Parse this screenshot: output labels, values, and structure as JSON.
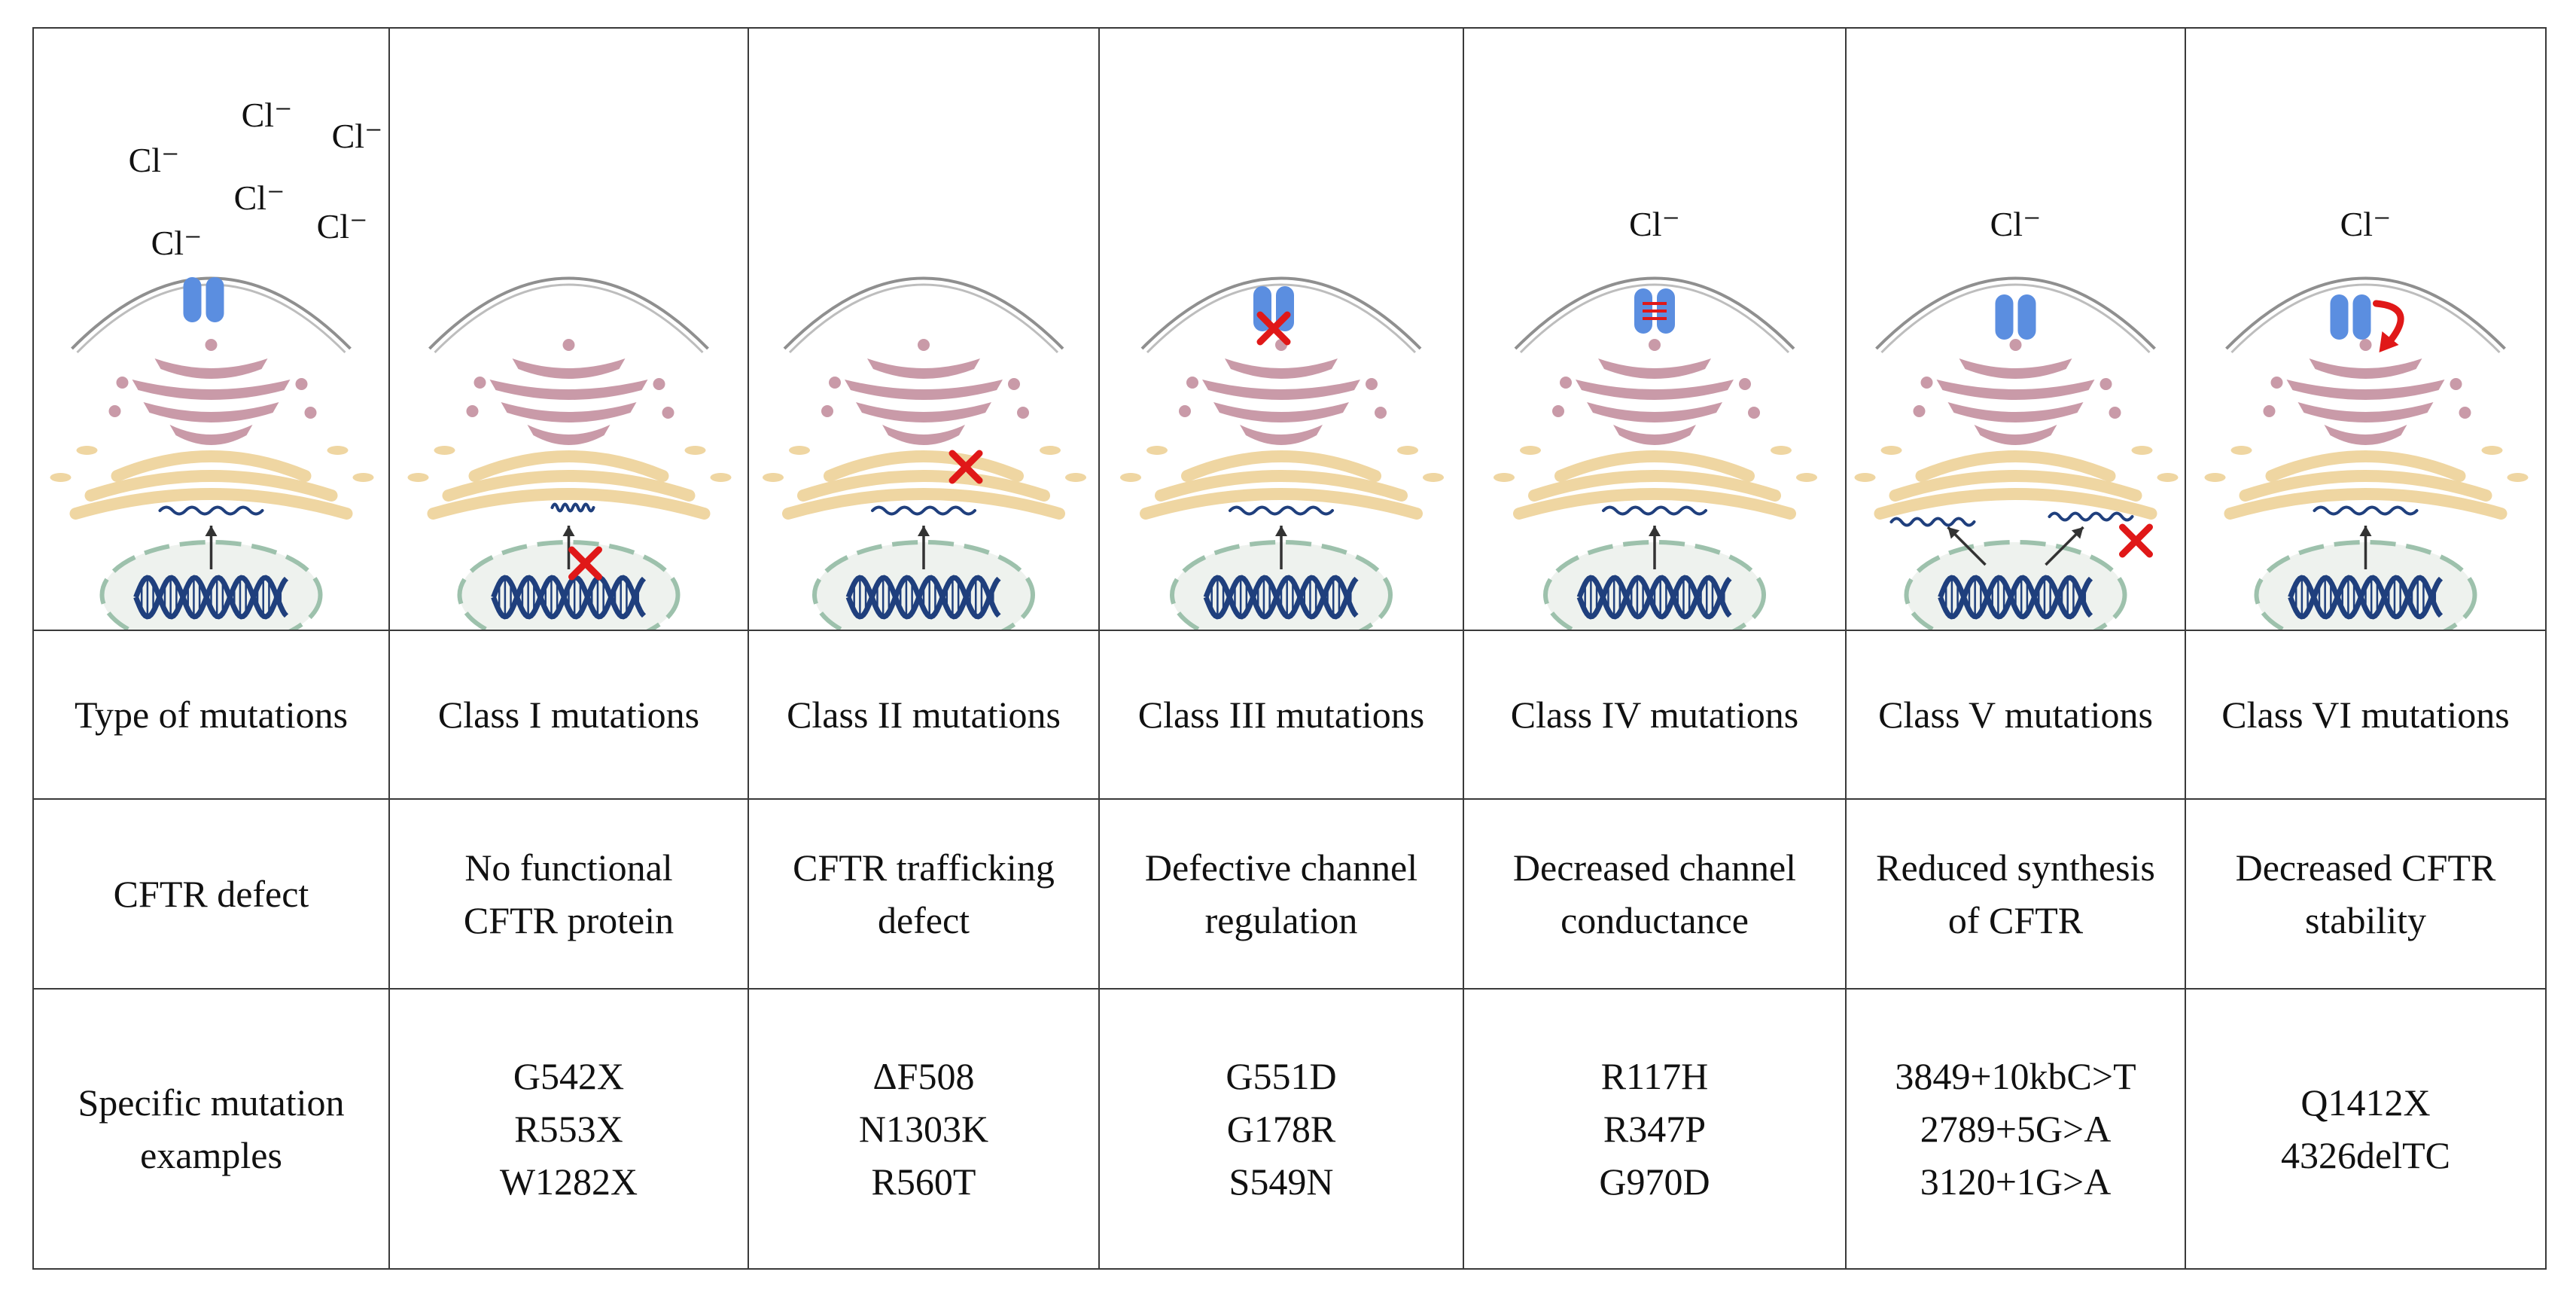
{
  "columns": [
    {
      "type_label": "Type of mutations",
      "defect_lines": [
        "CFTR defect"
      ],
      "example_lines": [
        "Specific mutation",
        "examples"
      ],
      "illustration": {
        "ions": [
          "Cl⁻",
          "Cl⁻",
          "Cl⁻",
          "Cl⁻",
          "Cl⁻",
          "Cl⁻"
        ],
        "defect": "normal"
      }
    },
    {
      "type_label": "Class I mutations",
      "defect_lines": [
        "No functional",
        "CFTR protein"
      ],
      "example_lines": [
        "G542X",
        "R553X",
        "W1282X"
      ],
      "illustration": {
        "ions": [],
        "defect": "no-protein"
      }
    },
    {
      "type_label": "Class II mutations",
      "defect_lines": [
        "CFTR trafficking",
        "defect"
      ],
      "example_lines": [
        "ΔF508",
        "N1303K",
        "R560T"
      ],
      "illustration": {
        "ions": [],
        "defect": "trafficking"
      }
    },
    {
      "type_label": "Class III mutations",
      "defect_lines": [
        "Defective channel",
        "regulation"
      ],
      "example_lines": [
        "G551D",
        "G178R",
        "S549N"
      ],
      "illustration": {
        "ions": [],
        "defect": "gating"
      }
    },
    {
      "type_label": "Class IV mutations",
      "defect_lines": [
        "Decreased channel",
        "conductance"
      ],
      "example_lines": [
        "R117H",
        "R347P",
        "G970D"
      ],
      "illustration": {
        "ions": [
          "Cl⁻"
        ],
        "defect": "conductance"
      }
    },
    {
      "type_label": "Class V mutations",
      "defect_lines": [
        "Reduced synthesis",
        "of CFTR"
      ],
      "example_lines": [
        "3849+10kbC>T",
        "2789+5G>A",
        "3120+1G>A"
      ],
      "illustration": {
        "ions": [
          "Cl⁻"
        ],
        "defect": "reduced-synthesis"
      }
    },
    {
      "type_label": "Class VI mutations",
      "defect_lines": [
        "Decreased CFTR",
        "stability"
      ],
      "example_lines": [
        "Q1412X",
        "4326delTC"
      ],
      "illustration": {
        "ions": [
          "Cl⁻"
        ],
        "defect": "stability"
      }
    }
  ],
  "colors": {
    "membrane": "#8f8f8f",
    "channel": "#5b8ee0",
    "golgi": "#c99aa8",
    "er": "#efd6a2",
    "nucleus_fill": "#eef2ee",
    "nucleus_edge": "#9dc1ac",
    "dna": "#1f3f7d",
    "mrna": "#1f3f7d",
    "cross": "#e01818",
    "grid": "#3a3a3a"
  }
}
